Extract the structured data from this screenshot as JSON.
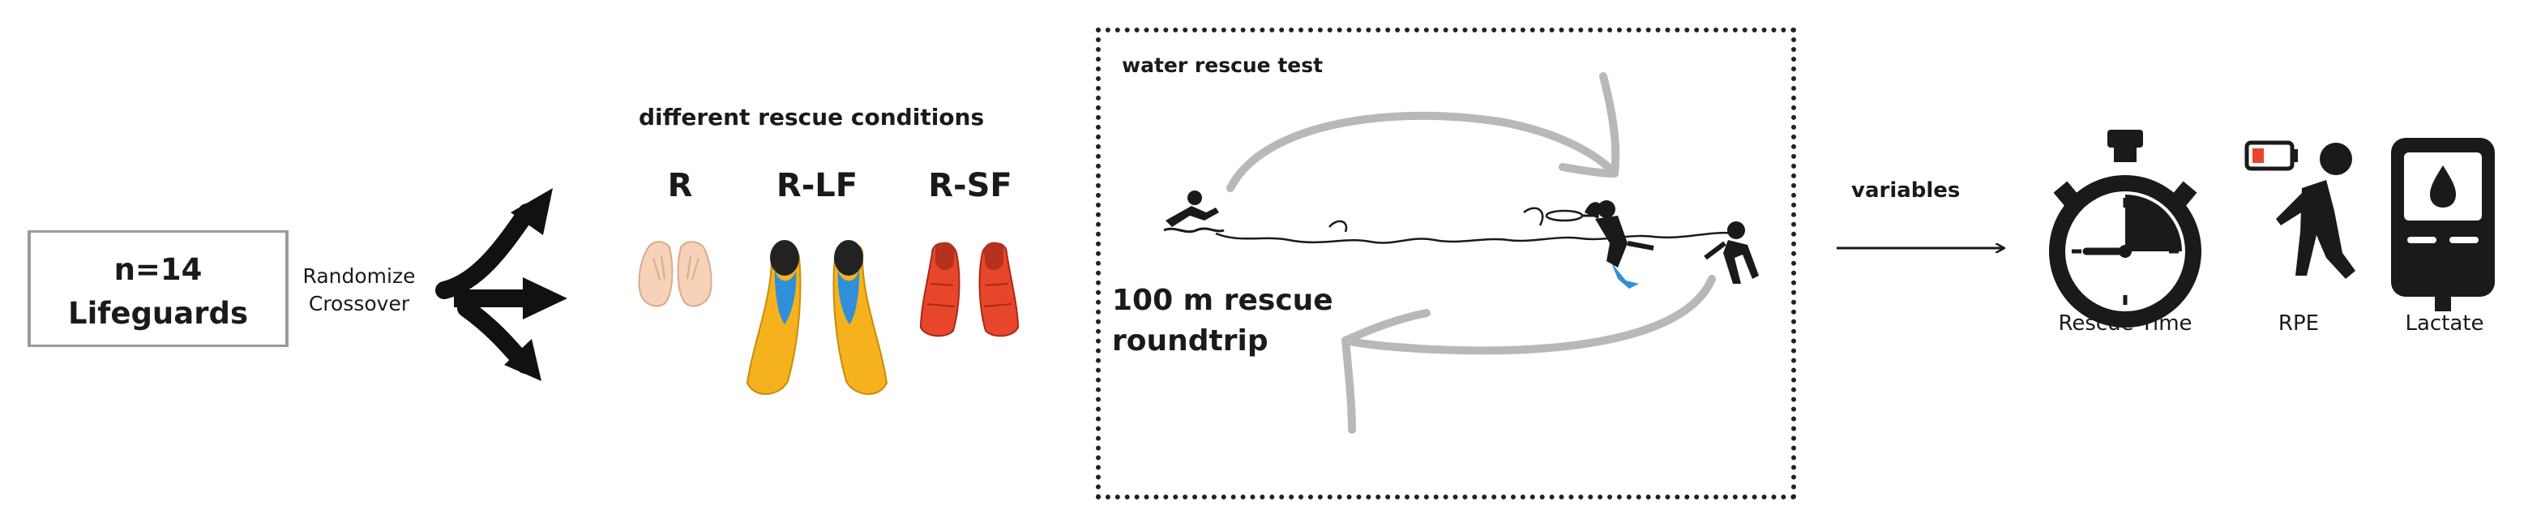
{
  "participants": {
    "line1": "n=14",
    "line2": "Lifeguards"
  },
  "design": {
    "line1": "Randomize",
    "line2": "Crossover"
  },
  "conditions": {
    "title": "different rescue conditions",
    "items": [
      {
        "code": "R",
        "icon": "bare-hands-icon"
      },
      {
        "code": "R-LF",
        "icon": "long-fins-icon"
      },
      {
        "code": "R-SF",
        "icon": "short-fins-icon"
      }
    ]
  },
  "test": {
    "title": "water rescue test",
    "distance_line1": "100 m rescue",
    "distance_line2": "roundtrip"
  },
  "variables_label": "variables",
  "variables": [
    {
      "label": "Rescue Time",
      "icon": "stopwatch-icon"
    },
    {
      "label": "RPE",
      "icon": "fatigued-person-icon"
    },
    {
      "label": "Lactate",
      "icon": "lactate-meter-icon"
    }
  ],
  "colors": {
    "dark": "#1a1a1a",
    "gray_arrow": "#b8b8b8",
    "long_fin_yellow": "#f5b21c",
    "long_fin_blue": "#2f8fd8",
    "short_fin_red": "#e8462b",
    "skin": "#f6d2b8"
  }
}
